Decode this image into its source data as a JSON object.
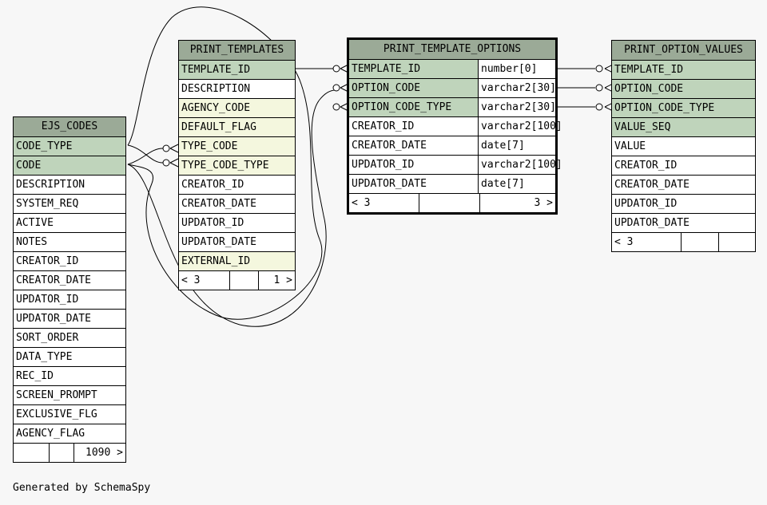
{
  "footer": "Generated by SchemaSpy",
  "colors": {
    "header": "#9baa97",
    "primary_key": "#bfd4bb",
    "foreign_key": "#f4f7de"
  },
  "tables": {
    "ejs_codes": {
      "name": "EJS_CODES",
      "columns": [
        "CODE_TYPE",
        "CODE",
        "DESCRIPTION",
        "SYSTEM_REQ",
        "ACTIVE",
        "NOTES",
        "CREATOR_ID",
        "CREATOR_DATE",
        "UPDATOR_ID",
        "UPDATOR_DATE",
        "SORT_ORDER",
        "DATA_TYPE",
        "REC_ID",
        "SCREEN_PROMPT",
        "EXCLUSIVE_FLG",
        "AGENCY_FLAG"
      ],
      "footer": {
        "parents": "",
        "children": "1090 >"
      }
    },
    "print_templates": {
      "name": "PRINT_TEMPLATES",
      "columns": [
        "TEMPLATE_ID",
        "DESCRIPTION",
        "AGENCY_CODE",
        "DEFAULT_FLAG",
        "TYPE_CODE",
        "TYPE_CODE_TYPE",
        "CREATOR_ID",
        "CREATOR_DATE",
        "UPDATOR_ID",
        "UPDATOR_DATE",
        "EXTERNAL_ID"
      ],
      "footer": {
        "parents": "< 3",
        "children": "1 >"
      }
    },
    "print_template_options": {
      "name": "PRINT_TEMPLATE_OPTIONS",
      "columns": [
        {
          "name": "TEMPLATE_ID",
          "type": "number[0]"
        },
        {
          "name": "OPTION_CODE",
          "type": "varchar2[30]"
        },
        {
          "name": "OPTION_CODE_TYPE",
          "type": "varchar2[30]"
        },
        {
          "name": "CREATOR_ID",
          "type": "varchar2[100]"
        },
        {
          "name": "CREATOR_DATE",
          "type": "date[7]"
        },
        {
          "name": "UPDATOR_ID",
          "type": "varchar2[100]"
        },
        {
          "name": "UPDATOR_DATE",
          "type": "date[7]"
        }
      ],
      "footer": {
        "parents": "< 3",
        "children": "3 >"
      }
    },
    "print_option_values": {
      "name": "PRINT_OPTION_VALUES",
      "columns": [
        "TEMPLATE_ID",
        "OPTION_CODE",
        "OPTION_CODE_TYPE",
        "VALUE_SEQ",
        "VALUE",
        "CREATOR_ID",
        "CREATOR_DATE",
        "UPDATOR_ID",
        "UPDATOR_DATE"
      ],
      "footer": {
        "parents": "< 3",
        "children": ""
      }
    }
  }
}
